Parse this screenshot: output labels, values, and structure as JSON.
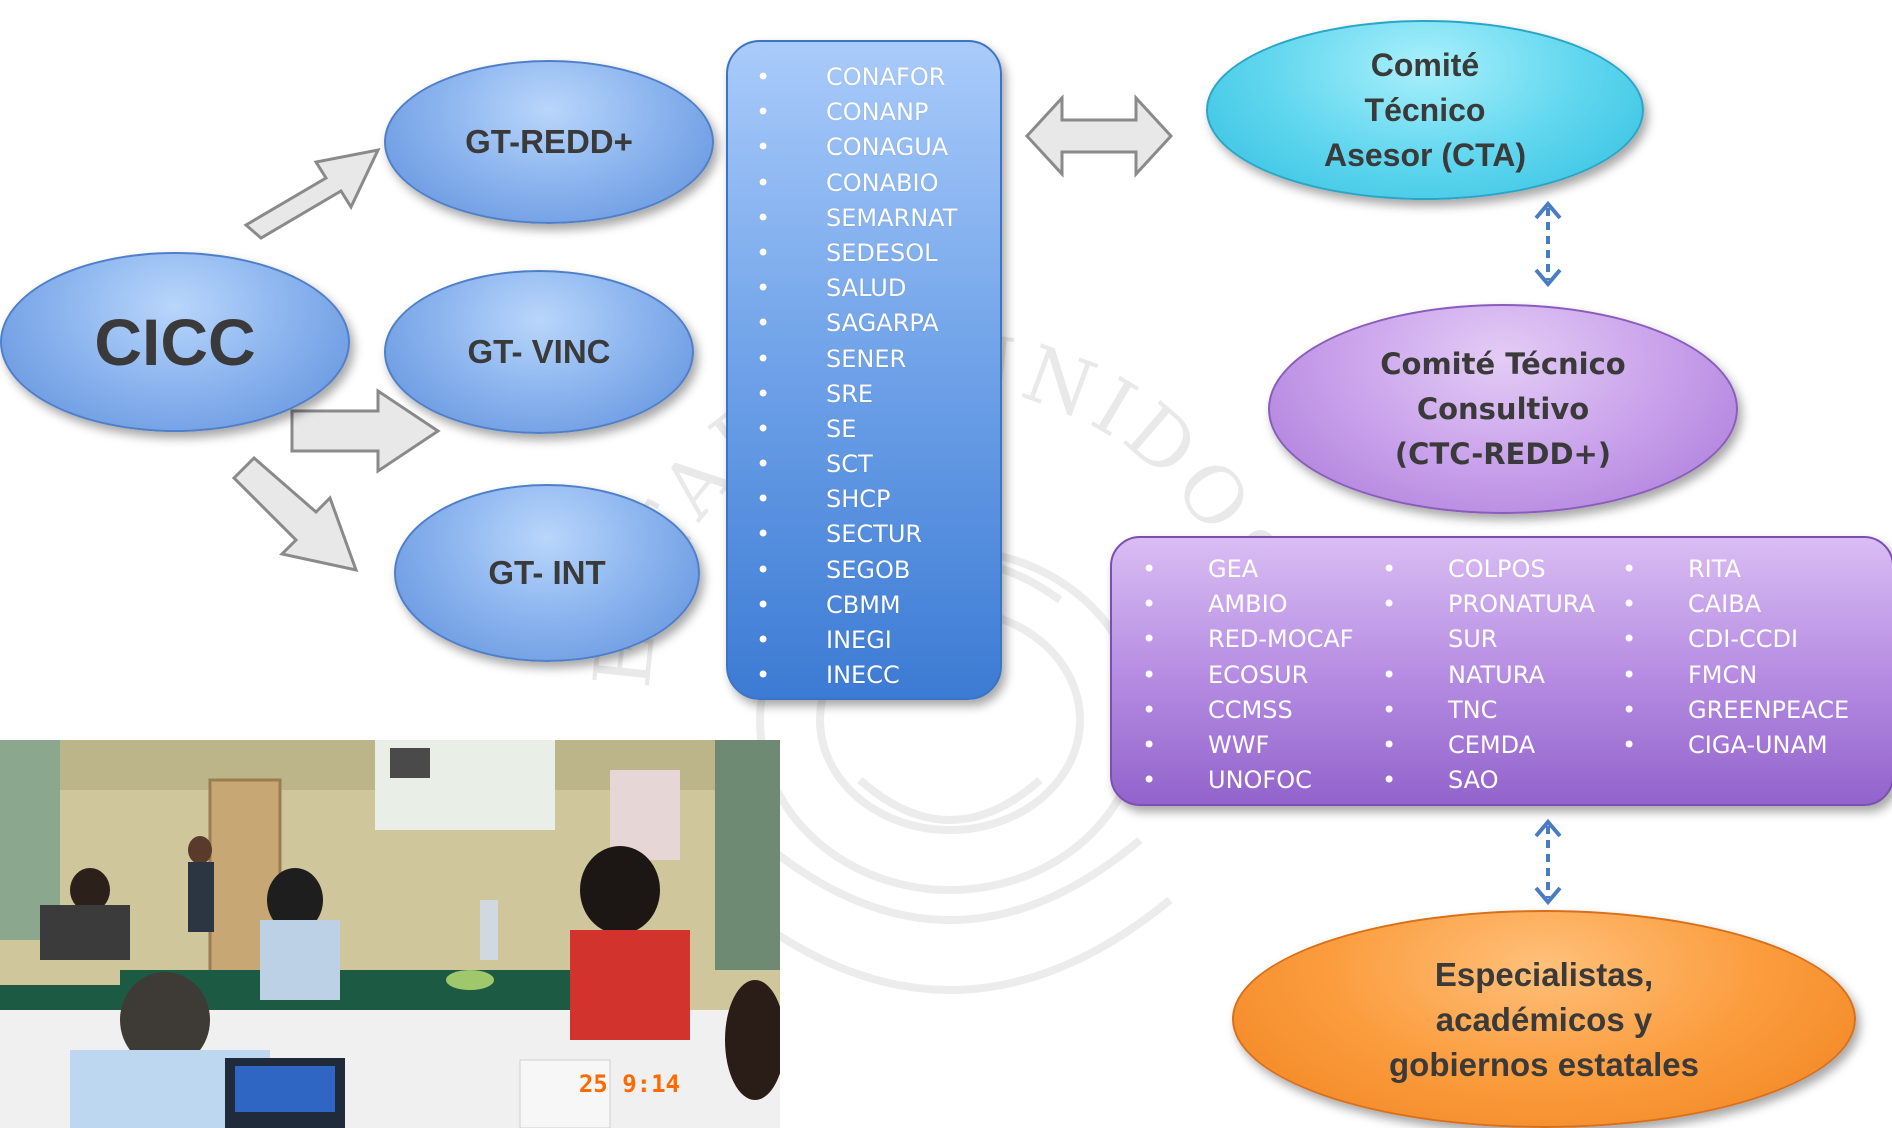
{
  "nodes": {
    "cicc": "CICC",
    "gt_redd": "GT-REDD+",
    "gt_vinc": "GT- VINC",
    "gt_int": "GT- INT",
    "cta": [
      "Comité",
      "Técnico",
      "Asesor (CTA)"
    ],
    "ctc": [
      "Comité Técnico",
      "Consultivo",
      "(CTC-REDD+)"
    ],
    "especialistas": [
      "Especialistas,",
      "académicos y",
      "gobiernos estatales"
    ]
  },
  "agencies": [
    "CONAFOR",
    "CONANP",
    "CONAGUA",
    "CONABIO",
    "SEMARNAT",
    "SEDESOL",
    "SALUD",
    "SAGARPA",
    "SENER",
    "SRE",
    "SE",
    "SCT",
    "SHCP",
    "SECTUR",
    "SEGOB",
    "CBMM",
    "INEGI",
    "INECC"
  ],
  "organizations": {
    "col1": [
      {
        "bullet": true,
        "text": "GEA"
      },
      {
        "bullet": true,
        "text": "AMBIO"
      },
      {
        "bullet": true,
        "text": "RED-MOCAF"
      },
      {
        "bullet": true,
        "text": "ECOSUR"
      },
      {
        "bullet": true,
        "text": "CCMSS"
      },
      {
        "bullet": true,
        "text": "WWF"
      },
      {
        "bullet": true,
        "text": "UNOFOC"
      }
    ],
    "col2": [
      {
        "bullet": true,
        "text": "COLPOS"
      },
      {
        "bullet": true,
        "text": "PRONATURA"
      },
      {
        "bullet": false,
        "text": "SUR"
      },
      {
        "bullet": true,
        "text": "NATURA"
      },
      {
        "bullet": true,
        "text": "TNC"
      },
      {
        "bullet": true,
        "text": "CEMDA"
      },
      {
        "bullet": true,
        "text": "SAO"
      }
    ],
    "col3": [
      {
        "bullet": true,
        "text": "RITA"
      },
      {
        "bullet": true,
        "text": "CAIBA"
      },
      {
        "bullet": true,
        "text": "CDI-CCDI"
      },
      {
        "bullet": true,
        "text": "FMCN"
      },
      {
        "bullet": true,
        "text": "GREENPEACE"
      },
      {
        "bullet": true,
        "text": "CIGA-UNAM"
      }
    ]
  },
  "bullet_char": "•",
  "watermark": "ESTADOS UNIDOS MEXICANOS",
  "photo_timestamp": "25  9:14",
  "colors": {
    "blue_node": "#8db6ef",
    "cyan_node": "#62d7ef",
    "purple_node": "#c9a1eb",
    "orange_node": "#fb9c3d",
    "dashed_arrow": "#4a7cc4"
  }
}
